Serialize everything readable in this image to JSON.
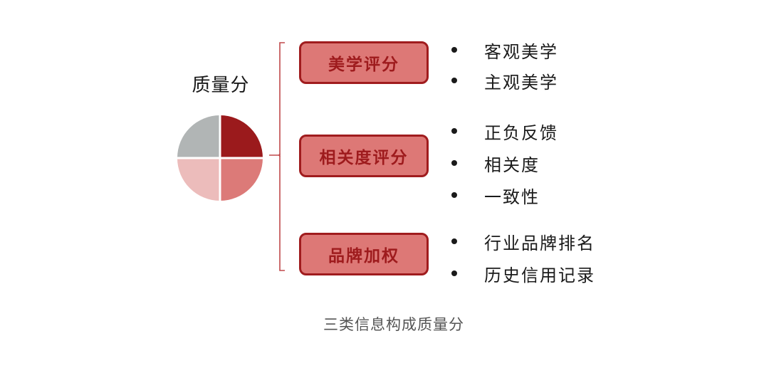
{
  "root": {
    "title": "质量分"
  },
  "pie": {
    "segments": [
      {
        "name": "top-right",
        "color": "#9b1a1c"
      },
      {
        "name": "bottom-right",
        "color": "#dc7a78"
      },
      {
        "name": "bottom-left",
        "color": "#ecbcbb"
      },
      {
        "name": "top-left",
        "color": "#b1b5b5"
      }
    ],
    "divider_color": "#ffffff"
  },
  "colors": {
    "bracket": "#c0494b",
    "box_fill": "#dd7876",
    "box_border": "#a01c1e",
    "box_text": "#9e1b1d",
    "item_text": "#1a1a1a",
    "caption_text": "#555555"
  },
  "categories": [
    {
      "label": "美学评分",
      "items": [
        "客观美学",
        "主观美学"
      ]
    },
    {
      "label": "相关度评分",
      "items": [
        "正负反馈",
        "相关度",
        "一致性"
      ]
    },
    {
      "label": "品牌加权",
      "items": [
        "行业品牌排名",
        "历史信用记录"
      ]
    }
  ],
  "caption": "三类信息构成质量分"
}
